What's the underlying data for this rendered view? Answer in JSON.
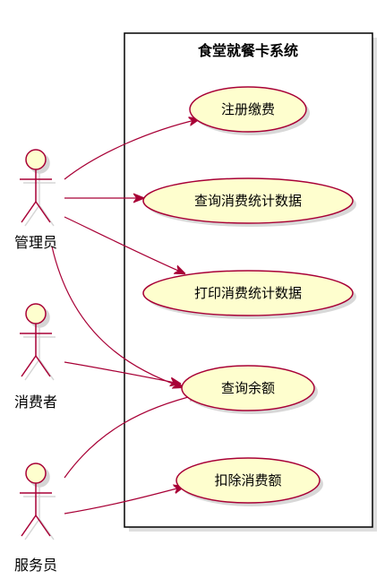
{
  "system": {
    "title": "食堂就餐卡系统"
  },
  "actors": [
    {
      "id": "admin",
      "label": "管理员"
    },
    {
      "id": "consumer",
      "label": "消费者"
    },
    {
      "id": "attendant",
      "label": "服务员"
    }
  ],
  "use_cases": [
    {
      "id": "uc1",
      "label": "注册缴费"
    },
    {
      "id": "uc2",
      "label": "查询消费统计数据"
    },
    {
      "id": "uc3",
      "label": "打印消费统计数据"
    },
    {
      "id": "uc4",
      "label": "查询余额"
    },
    {
      "id": "uc5",
      "label": "扣除消费额"
    }
  ],
  "associations": [
    {
      "from": "admin",
      "to": "uc1"
    },
    {
      "from": "admin",
      "to": "uc2"
    },
    {
      "from": "admin",
      "to": "uc3"
    },
    {
      "from": "admin",
      "to": "uc4"
    },
    {
      "from": "consumer",
      "to": "uc4"
    },
    {
      "from": "attendant",
      "to": "uc4"
    },
    {
      "from": "attendant",
      "to": "uc5"
    }
  ],
  "colors": {
    "actor_fill": "#FEFECE",
    "usecase_fill": "#FEFECE",
    "stroke": "#A80036",
    "system_border": "#000000",
    "shadow": "#C8C8C8"
  }
}
